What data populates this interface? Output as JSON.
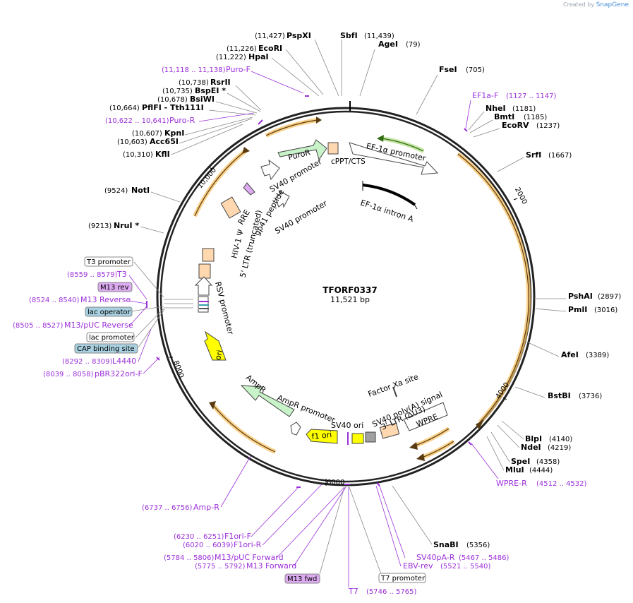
{
  "credit": {
    "prefix": "Created by",
    "brand": "SnapGene"
  },
  "plasmid": {
    "name": "TFORF0337",
    "size_label": "11,521 bp"
  },
  "colors": {
    "enzyme": "#000000",
    "primer": "#9b30d9",
    "orf_arrow": "#e8a33c",
    "green_arrow": "#7cb342",
    "feature_green": "#c8f2c8",
    "feature_yellow": "#ffff00",
    "feature_peach": "#ffd8b0",
    "feature_purple": "#dcaaf0",
    "feature_blue": "#a8d0e0"
  },
  "tick_labels": [
    "2000",
    "4000",
    "6000",
    "8000",
    "10,000"
  ],
  "enzymes": [
    {
      "name": "PspXI",
      "pos": "(11,427)"
    },
    {
      "name": "SbfI",
      "pos": "(11,439)"
    },
    {
      "name": "AgeI",
      "pos": "(79)"
    },
    {
      "name": "EcoRI",
      "pos": "(11,226)"
    },
    {
      "name": "HpaI",
      "pos": "(11,222)"
    },
    {
      "name": "FseI",
      "pos": "(705)"
    },
    {
      "name": "RsrII",
      "pos": "(10,738)"
    },
    {
      "name": "BspEI *",
      "pos": "(10,735)"
    },
    {
      "name": "BsiWI",
      "pos": "(10,678)"
    },
    {
      "name": "PflFI - Tth111I",
      "pos": "(10,664)"
    },
    {
      "name": "NheI",
      "pos": "(1181)"
    },
    {
      "name": "BmtI",
      "pos": "(1185)"
    },
    {
      "name": "EcoRV",
      "pos": "(1237)"
    },
    {
      "name": "KpnI",
      "pos": "(10,607)"
    },
    {
      "name": "Acc65I",
      "pos": "(10,603)"
    },
    {
      "name": "KflI",
      "pos": "(10,310)"
    },
    {
      "name": "SrfI",
      "pos": "(1667)"
    },
    {
      "name": "NotI",
      "pos": "(9524)"
    },
    {
      "name": "NruI *",
      "pos": "(9213)"
    },
    {
      "name": "PshAI",
      "pos": "(2897)"
    },
    {
      "name": "PmlI",
      "pos": "(3016)"
    },
    {
      "name": "AfeI",
      "pos": "(3389)"
    },
    {
      "name": "BstBI",
      "pos": "(3736)"
    },
    {
      "name": "BlpI",
      "pos": "(4140)"
    },
    {
      "name": "NdeI",
      "pos": "(4219)"
    },
    {
      "name": "SpeI",
      "pos": "(4358)"
    },
    {
      "name": "MluI",
      "pos": "(4444)"
    },
    {
      "name": "SnaBI",
      "pos": "(5356)"
    }
  ],
  "primers": [
    {
      "name": "Puro-F",
      "range": "(11,118 .. 11,138)"
    },
    {
      "name": "Puro-R",
      "range": "(10,622 .. 10,641)"
    },
    {
      "name": "EF1a-F",
      "range": "(1127 .. 1147)"
    },
    {
      "name": "T3",
      "range": "(8559 .. 8579)"
    },
    {
      "name": "M13 Reverse",
      "range": "(8524 .. 8540)"
    },
    {
      "name": "M13/pUC Reverse",
      "range": "(8505 .. 8527)"
    },
    {
      "name": "L4440",
      "range": "(8292 .. 8309)"
    },
    {
      "name": "pBR322ori-F",
      "range": "(8039 .. 8058)"
    },
    {
      "name": "WPRE-R",
      "range": "(4512 .. 4532)"
    },
    {
      "name": "Amp-R",
      "range": "(6737 .. 6756)"
    },
    {
      "name": "F1ori-F",
      "range": "(6230 .. 6251)"
    },
    {
      "name": "F1ori-R",
      "range": "(6020 .. 6039)"
    },
    {
      "name": "M13/pUC Forward",
      "range": "(5784 .. 5806)"
    },
    {
      "name": "M13 Forward",
      "range": "(5775 .. 5792)"
    },
    {
      "name": "SV40pA-R",
      "range": "(5467 .. 5486)"
    },
    {
      "name": "EBV-rev",
      "range": "(5521 .. 5540)"
    },
    {
      "name": "T7",
      "range": "(5746 .. 5765)"
    }
  ],
  "boxed_labels": {
    "t3_promoter": "T3 promoter",
    "m13_rev": "M13 rev",
    "lac_operator": "lac operator",
    "lac_promoter": "lac promoter",
    "cap_site": "CAP binding site",
    "m13_fwd": "M13 fwd",
    "t7_promoter": "T7 promoter"
  },
  "features": {
    "puror": "PuroR",
    "cppt": "cPPT/CTS",
    "ef1a_promoter": "EF-1α promoter",
    "sv40_promoter_1": "SV40 promoter",
    "sv40_promoter_2": "SV40 promoter",
    "ef1a_intron": "EF-1α intron A",
    "rre": "RRE",
    "gp41": "gp41 peptide",
    "hiv_psi": "HIV-1 Ψ",
    "ltr5": "5' LTR (truncated)",
    "rsv": "RSV promoter",
    "ori": "ori",
    "ampr": "AmpR",
    "ampr_promoter": "AmpR promoter",
    "f1_ori": "f1 ori",
    "sv40_ori": "SV40 ori",
    "factor_xa": "Factor Xa site",
    "sv40_polya": "SV40 poly(A) signal",
    "ltr3": "3' LTR (ΔU3)",
    "wpre": "WPRE"
  }
}
